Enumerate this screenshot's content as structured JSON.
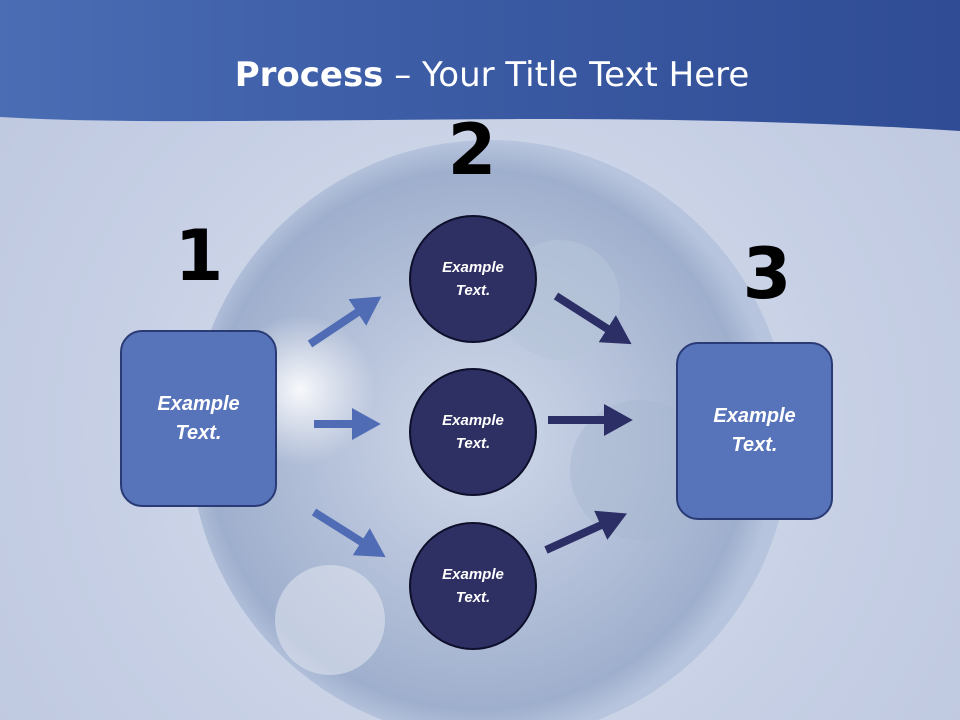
{
  "title": {
    "bold": "Process",
    "rest": " – Your Title Text Here"
  },
  "steps": [
    {
      "number": "1",
      "text": "Example\nText."
    },
    {
      "number": "2",
      "items": [
        "Example\nText.",
        "Example\nText.",
        "Example\nText."
      ]
    },
    {
      "number": "3",
      "text": "Example\nText."
    }
  ],
  "colors": {
    "header": "#3b5ea6",
    "box": "#5774ba",
    "circle": "#2e2f62",
    "arrow_in": "#4f6cb5",
    "arrow_out": "#2c2e66"
  }
}
